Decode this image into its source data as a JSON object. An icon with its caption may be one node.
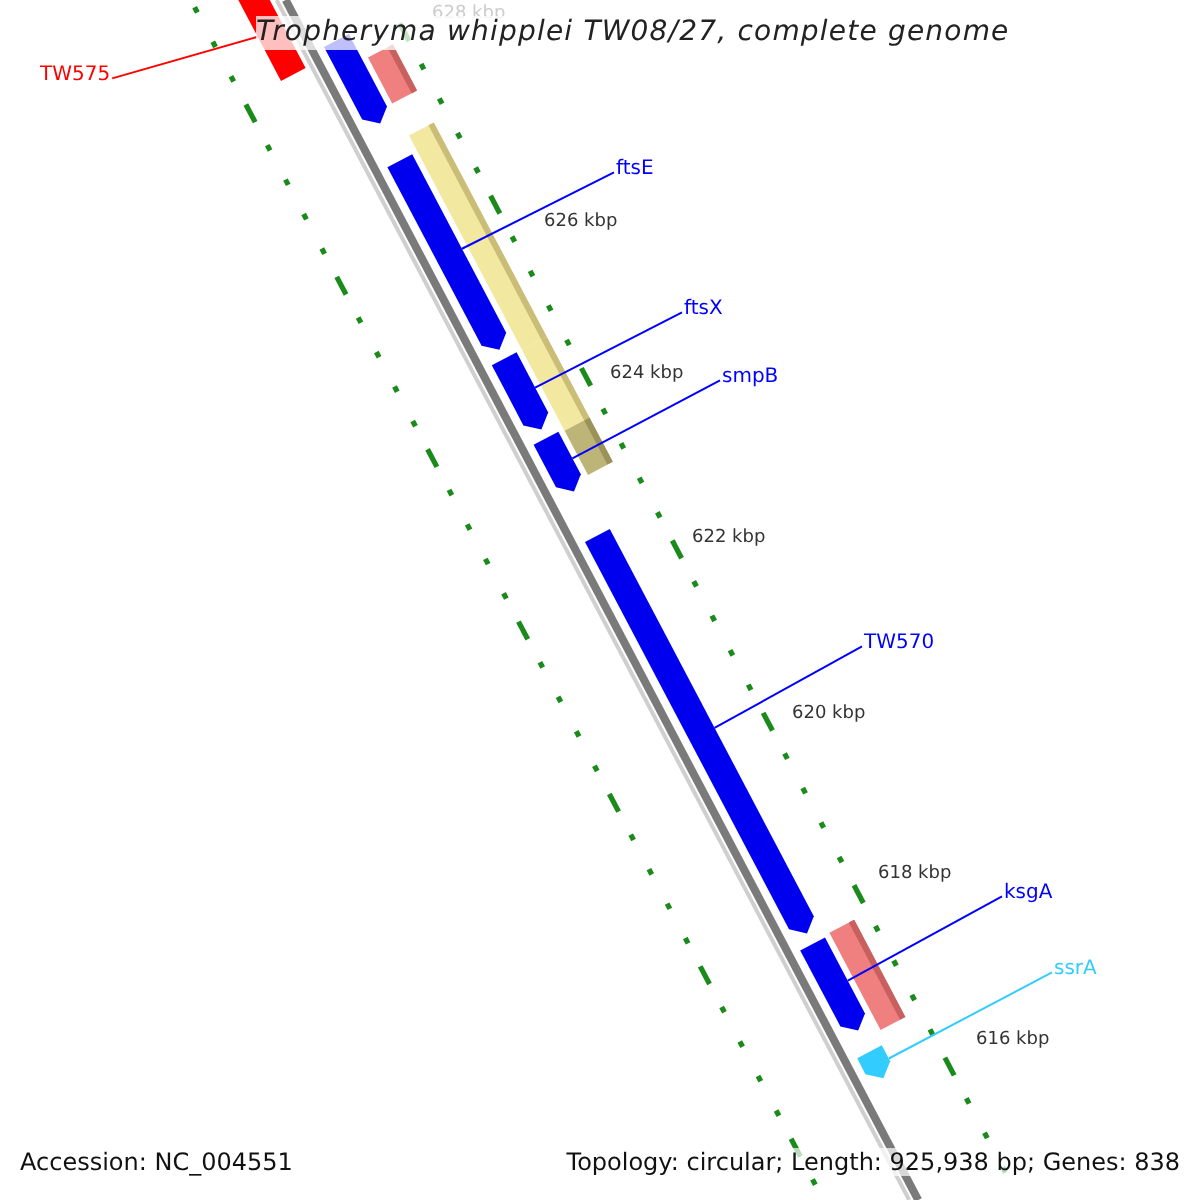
{
  "diagram": {
    "title": "Tropheryma whipplei TW08/27, complete genome",
    "nodes": [
      {
        "text": [
          "TW575"
        ]
      },
      {
        "text": [
          "ftsE"
        ]
      },
      {
        "text": [
          "ftsX"
        ]
      },
      {
        "text": [
          "smpB"
        ]
      },
      {
        "text": [
          "TW570"
        ]
      },
      {
        "text": [
          "ksgA"
        ]
      },
      {
        "text": [
          "ssrA"
        ]
      },
      {
        "text": [],
        "shape": "bar"
      },
      {
        "text": [],
        "shape": "arrow"
      },
      {
        "text": [],
        "shape": "arrow"
      },
      {
        "text": [],
        "shape": "arrow"
      },
      {
        "text": [],
        "shape": "arrow"
      },
      {
        "text": [],
        "shape": "arrow"
      },
      {
        "text": [],
        "shape": "arrow"
      },
      {
        "text": [],
        "shape": "arrow"
      }
    ],
    "edges": [
      {
        "from": 0,
        "to": 7,
        "arrow": "none",
        "color": "#ff0000"
      },
      {
        "from": 1,
        "to": 9,
        "arrow": "none"
      },
      {
        "from": 2,
        "to": 10,
        "arrow": "none"
      },
      {
        "from": 3,
        "to": 11,
        "arrow": "none"
      },
      {
        "from": 4,
        "to": 12,
        "arrow": "none"
      },
      {
        "from": 5,
        "to": 13,
        "arrow": "none"
      },
      {
        "from": 6,
        "to": 14,
        "arrow": "none",
        "color": "#33ccff"
      }
    ],
    "labels": [
      "628 kbp",
      "626 kbp",
      "624 kbp",
      "622 kbp",
      "620 kbp",
      "618 kbp",
      "616 kbp",
      "Accession: NC_004551",
      "Topology: circular; Length: 925,938 bp; Genes: 838"
    ]
  }
}
